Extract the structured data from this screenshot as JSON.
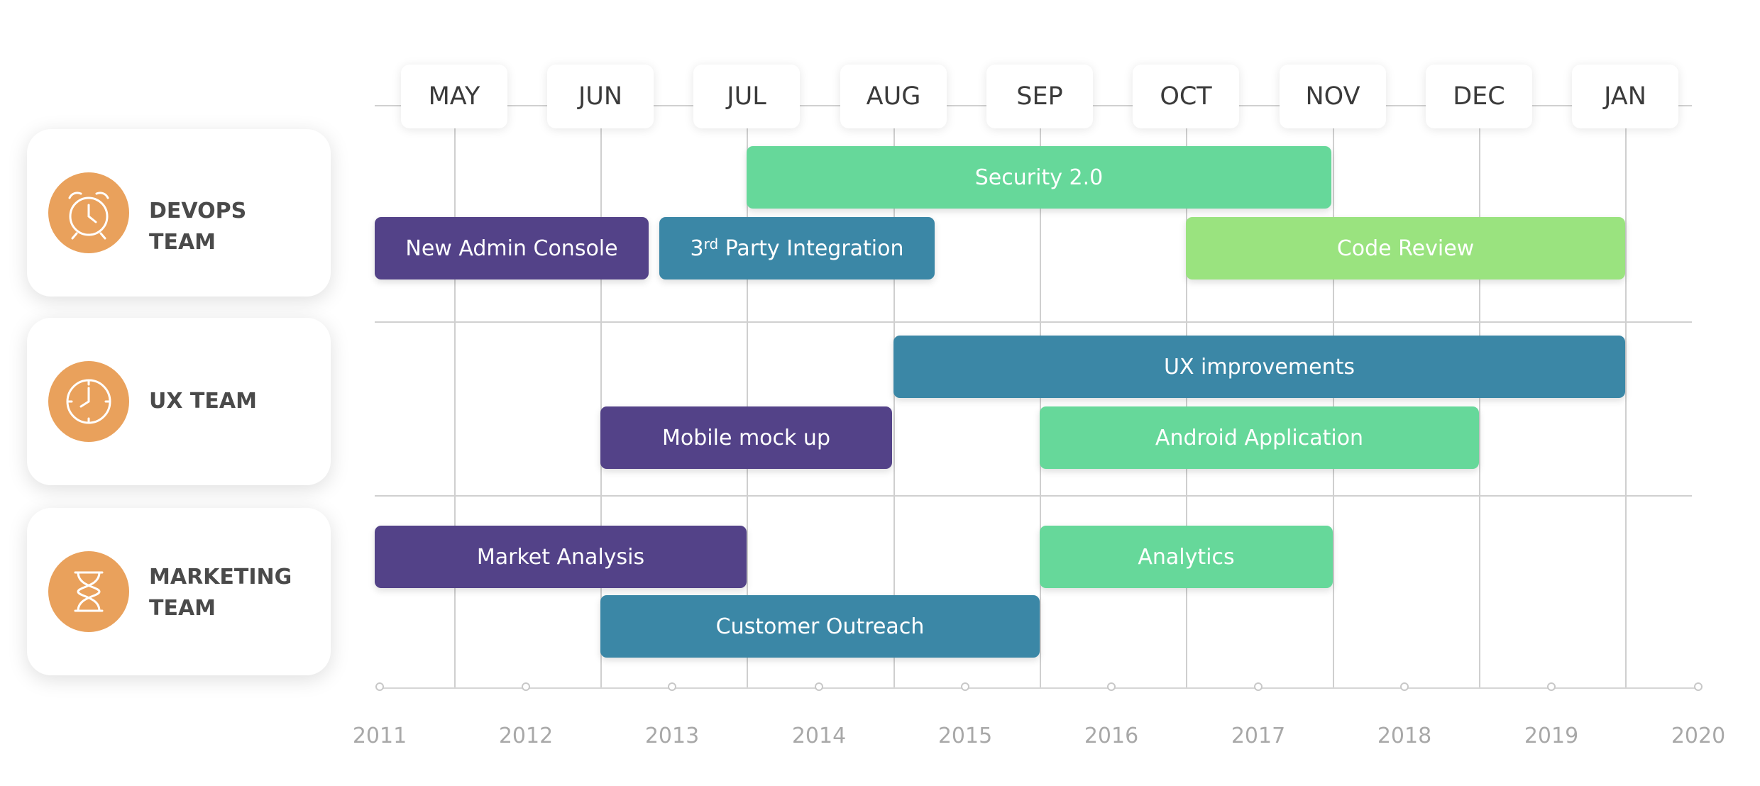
{
  "months": [
    "MAY",
    "JUN",
    "JUL",
    "AUG",
    "SEP",
    "OCT",
    "NOV",
    "DEC",
    "JAN"
  ],
  "teams": [
    {
      "label": "DEVOPS TEAM",
      "icon": "alarm-clock-icon"
    },
    {
      "label": "UX TEAM",
      "icon": "clock-icon"
    },
    {
      "label": "MARKETING TEAM",
      "icon": "hourglass-icon"
    }
  ],
  "tasks": [
    {
      "label": "Security 2.0",
      "color": "#66d89a",
      "team": "DEVOPS TEAM",
      "start": "JUL",
      "end": "NOV"
    },
    {
      "label": "New Admin Console",
      "color": "#534288",
      "team": "DEVOPS TEAM",
      "start": "MAY",
      "end": "JUN"
    },
    {
      "label_main": "3",
      "label_sup": "rd",
      "label_rest": " Party Integration",
      "label": "3rd Party Integration",
      "color": "#3b87a6",
      "team": "DEVOPS TEAM",
      "start": "JUN",
      "end": "AUG"
    },
    {
      "label": "Code Review",
      "color": "#9ae37f",
      "team": "DEVOPS TEAM",
      "start": "OCT",
      "end": "JAN"
    },
    {
      "label": "UX improvements",
      "color": "#3b87a6",
      "team": "UX TEAM",
      "start": "AUG",
      "end": "JAN"
    },
    {
      "label": "Mobile mock up",
      "color": "#534288",
      "team": "UX TEAM",
      "start": "JUN",
      "end": "AUG"
    },
    {
      "label": "Android Application",
      "color": "#66d89a",
      "team": "UX TEAM",
      "start": "SEP",
      "end": "DEC"
    },
    {
      "label": "Market Analysis",
      "color": "#534288",
      "team": "MARKETING TEAM",
      "start": "MAY",
      "end": "JUL"
    },
    {
      "label": "Analytics",
      "color": "#66d89a",
      "team": "MARKETING TEAM",
      "start": "SEP",
      "end": "NOV"
    },
    {
      "label": "Customer Outreach",
      "color": "#3b87a6",
      "team": "MARKETING TEAM",
      "start": "JUN",
      "end": "SEP"
    }
  ],
  "years": [
    "2011",
    "2012",
    "2013",
    "2014",
    "2015",
    "2016",
    "2017",
    "2018",
    "2019",
    "2020"
  ]
}
